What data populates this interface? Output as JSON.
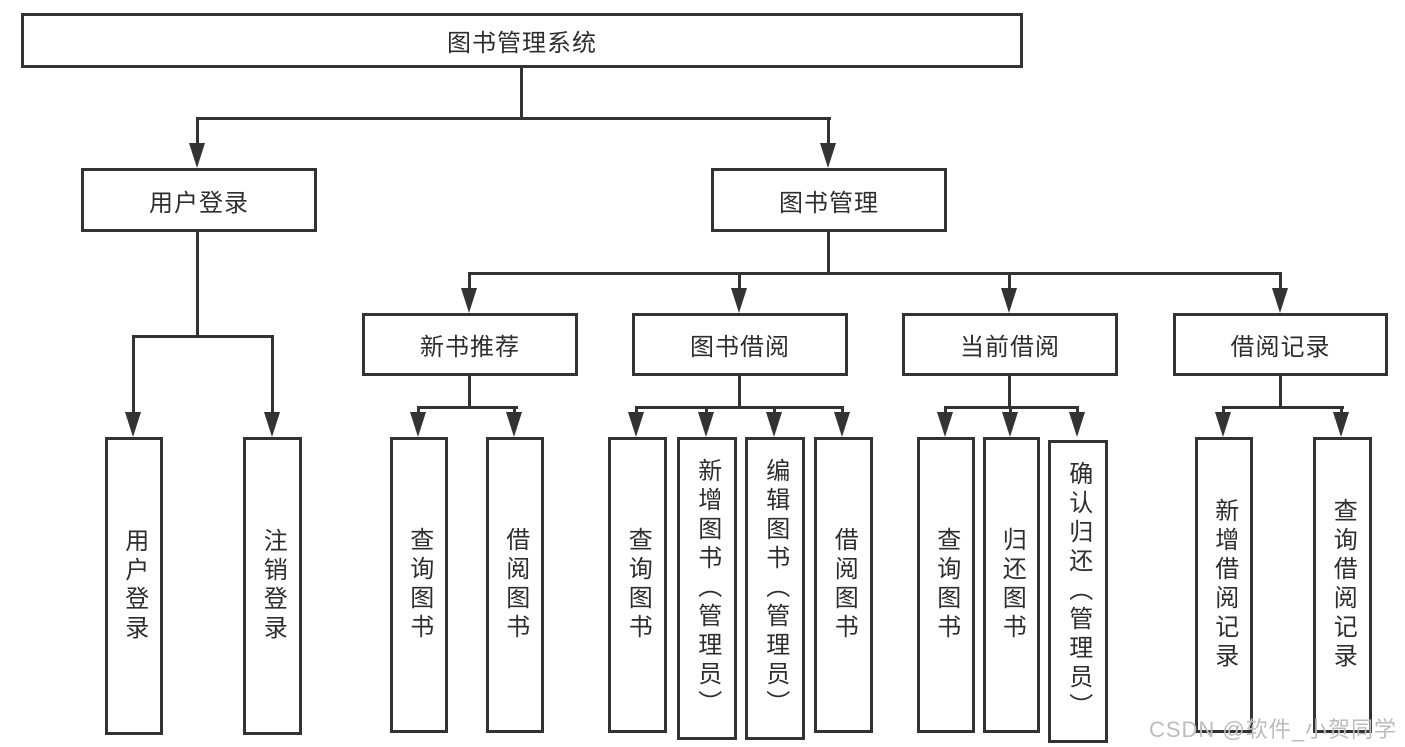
{
  "diagram": {
    "title_note": "library management system feature structure diagram",
    "root": {
      "label": "图书管理系统"
    },
    "level2": [
      {
        "label": "用户登录"
      },
      {
        "label": "图书管理"
      }
    ],
    "level3": [
      {
        "label": "新书推荐"
      },
      {
        "label": "图书借阅"
      },
      {
        "label": "当前借阅"
      },
      {
        "label": "借阅记录"
      }
    ],
    "leaves": {
      "login": [
        "用户登录",
        "注销登录"
      ],
      "newbook": [
        "查询图书",
        "借阅图书"
      ],
      "borrow": [
        "查询图书",
        "新增图书（管理员）",
        "编辑图书（管理员）",
        "借阅图书"
      ],
      "current": [
        "查询图书",
        "归还图书",
        "确认归还（管理员）"
      ],
      "records": [
        "新增借阅记录",
        "查询借阅记录"
      ]
    },
    "colors": {
      "line": "#333333",
      "text": "#2e2e2e",
      "watermark": "#bcbcbc",
      "background": "#ffffff"
    }
  },
  "watermark": {
    "text": "CSDN @软件_小贺同学"
  }
}
